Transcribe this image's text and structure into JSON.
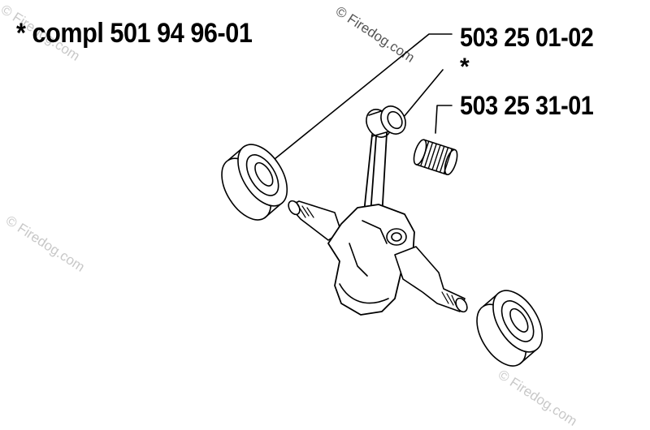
{
  "labels": {
    "assembly": "*  compl 501 94 96-01",
    "part_bearing": "503 25 01-02",
    "asterisk": "*",
    "part_needle_bearing": "503 25 31-01"
  },
  "watermark": "© Firedog.com",
  "colors": {
    "line": "#000000",
    "background": "#ffffff",
    "watermark": "#c8c8c8"
  }
}
